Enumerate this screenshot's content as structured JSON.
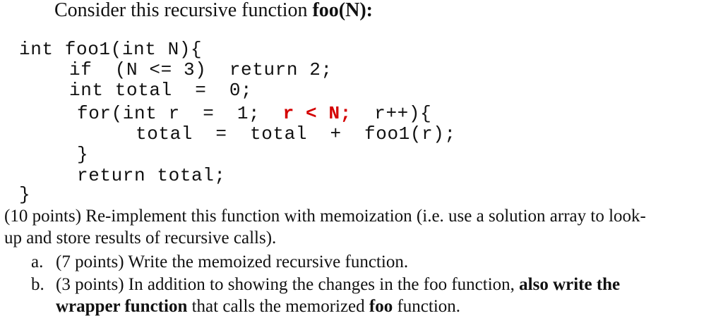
{
  "heading": {
    "prefix": "Consider this recursive function ",
    "func": "foo(N):"
  },
  "code": {
    "line1": "int foo1(int N){",
    "line2": "if  (N <= 3)  return 2;",
    "line3": "int total  =  0;",
    "line4_a": "for(int r  =  1;  ",
    "line4_red": "r < N;",
    "line4_b": "  r++){",
    "line5": "total  =  total  +  foo1(r);",
    "line6": "}",
    "line7": "return total;",
    "line8": "}"
  },
  "question": {
    "line1": "(10 points) Re-implement this function with memoization (i.e. use a solution array to look-",
    "line2": "up and store results of recursive calls).",
    "items": [
      {
        "marker": "a.",
        "text": "(7 points) Write the memoized recursive function."
      },
      {
        "marker": "b.",
        "text_a": "(3 points) In addition to showing the changes in the foo function, ",
        "bold_a": "also write the",
        "bold_b": "wrapper function",
        "text_b": " that calls the memorized ",
        "bold_c": "foo",
        "text_c": " function."
      }
    ]
  }
}
